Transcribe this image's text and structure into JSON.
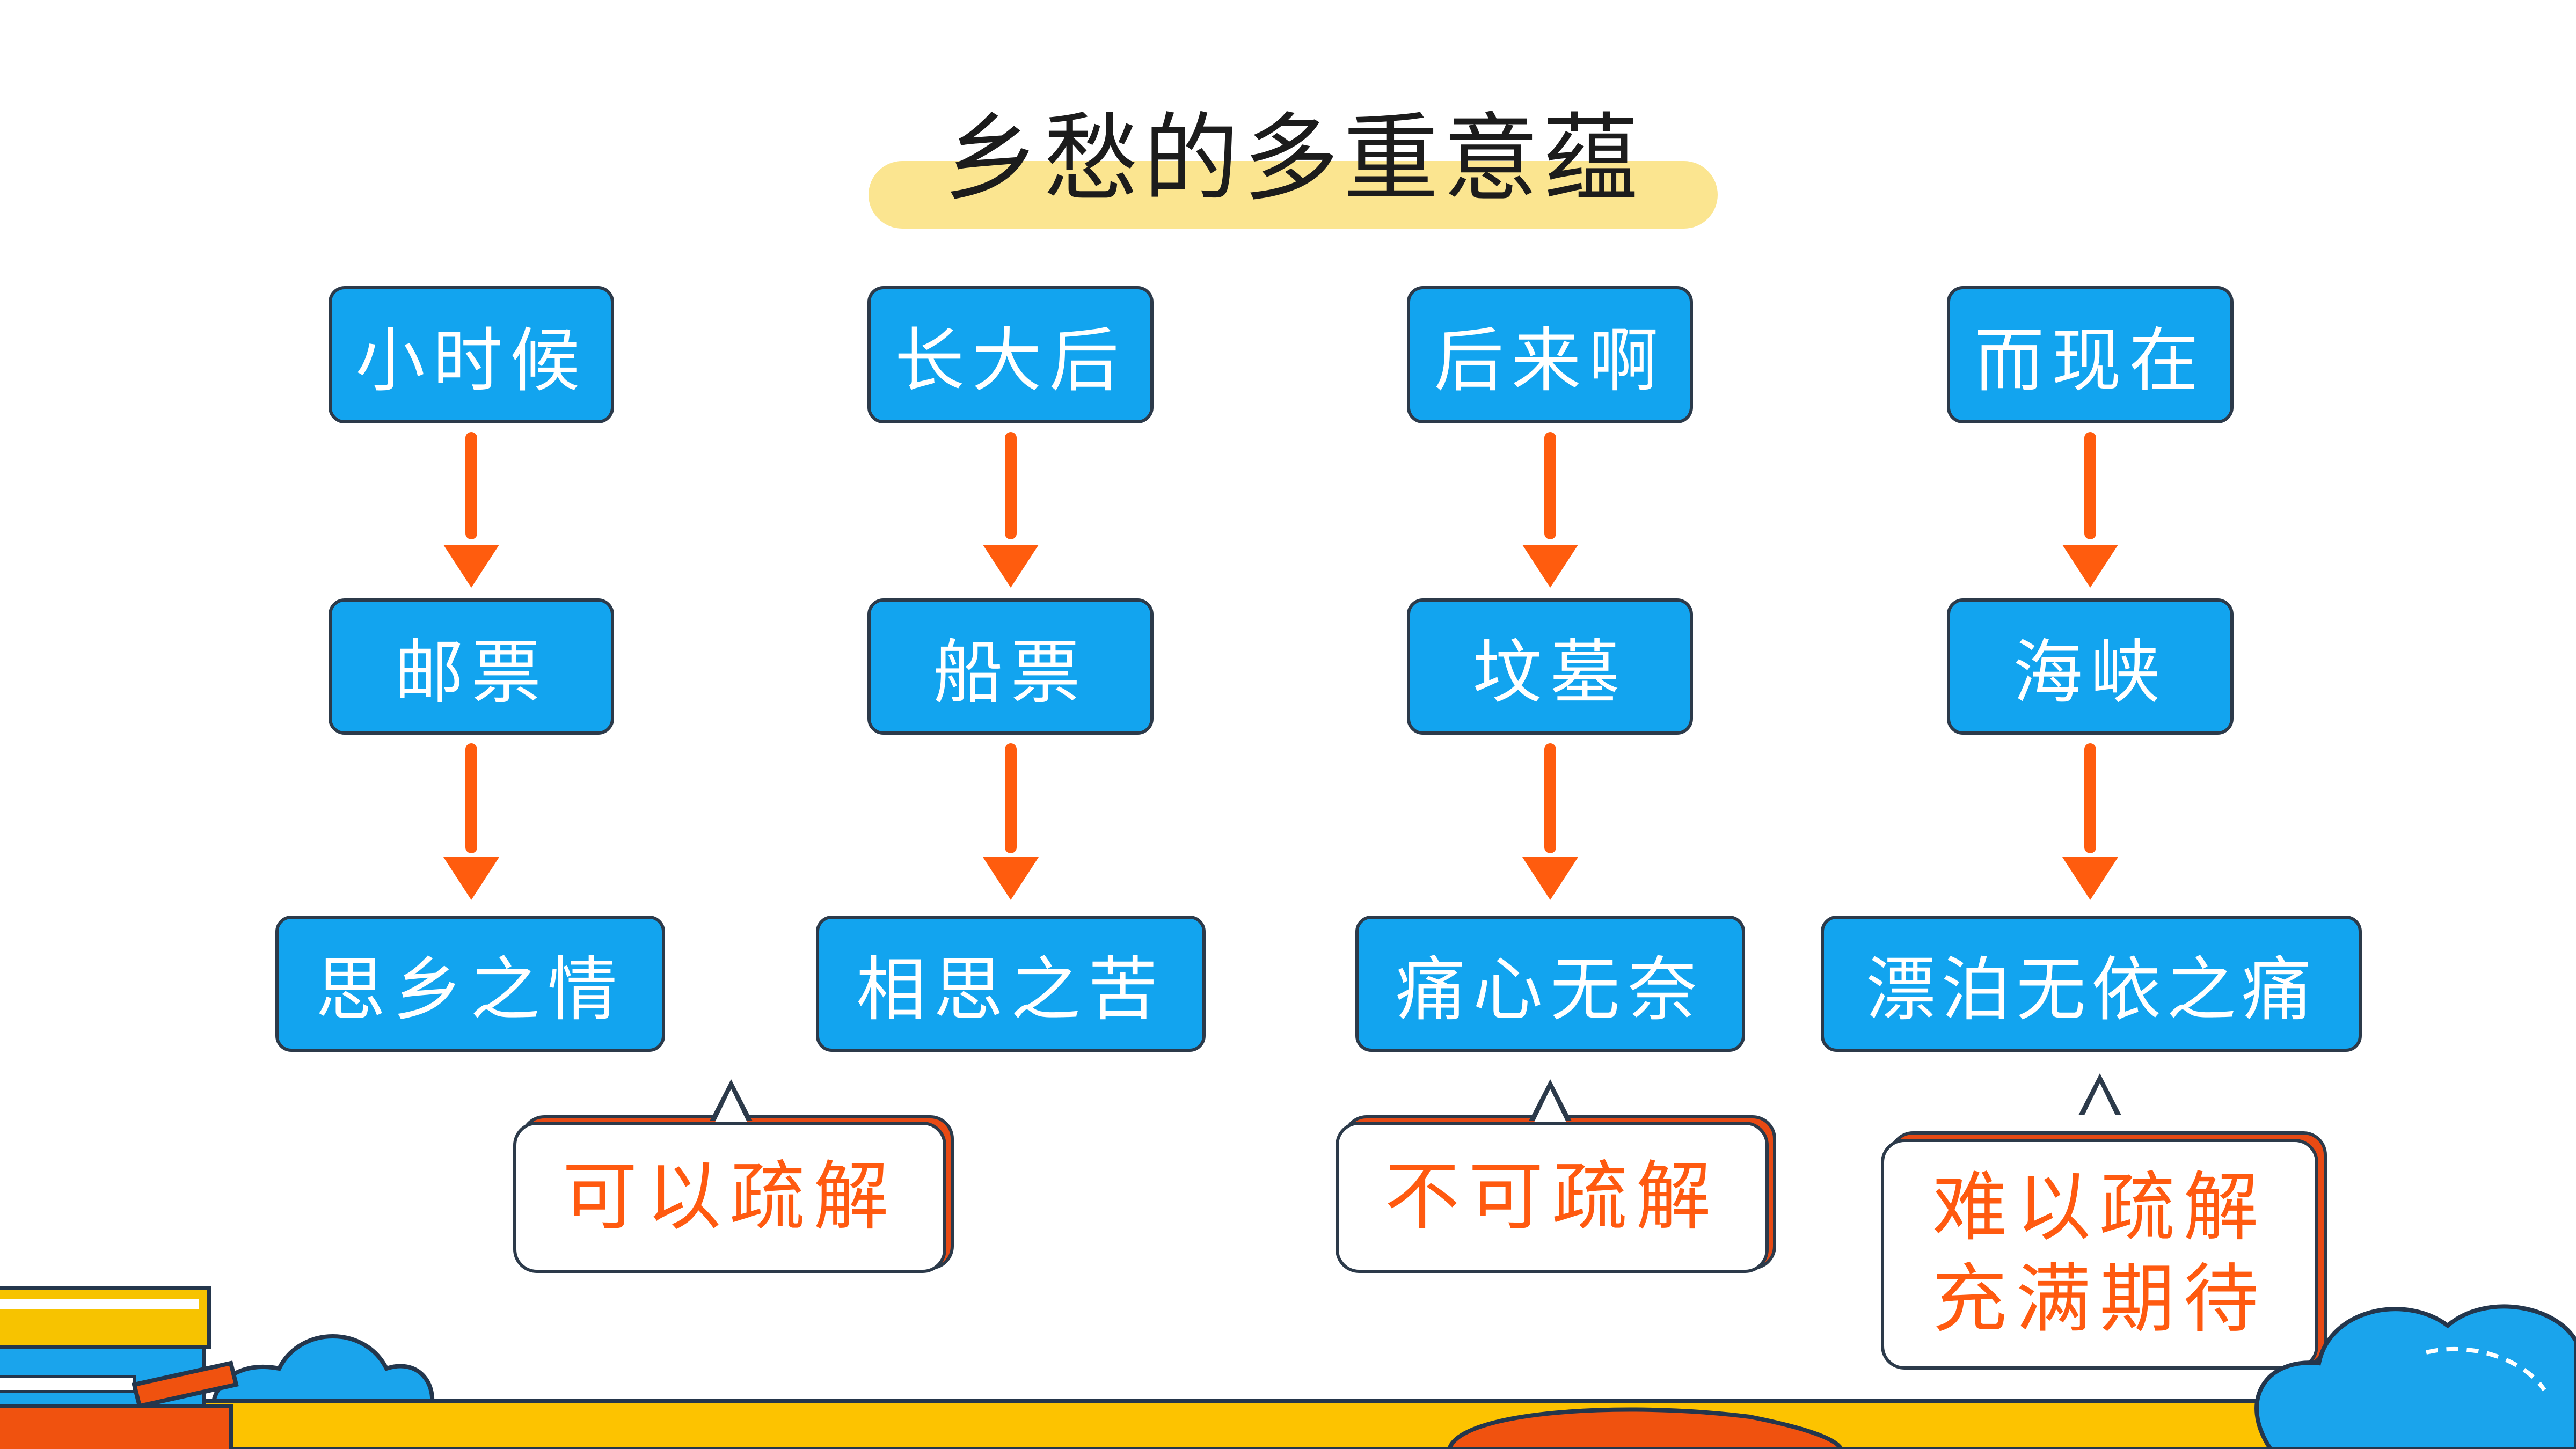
{
  "title": "乡愁的多重意蕴",
  "columns": [
    {
      "stage": "小时候",
      "object": "邮票",
      "feeling": "思乡之情",
      "note": [
        "可以疏解"
      ]
    },
    {
      "stage": "长大后",
      "object": "船票",
      "feeling": "相思之苦",
      "note": []
    },
    {
      "stage": "后来啊",
      "object": "坟墓",
      "feeling": "痛心无奈",
      "note": [
        "不可疏解"
      ]
    },
    {
      "stage": "而现在",
      "object": "海峡",
      "feeling": "漂泊无依之痛",
      "note": [
        "难以疏解",
        "充满期待"
      ]
    }
  ],
  "colors": {
    "box_fill": "#12a4ef",
    "arrow": "#ff5c0e",
    "note_text": "#ff5a10",
    "title_highlight": "#fbe590",
    "footer_yellow": "#fdc300",
    "cloud_blue": "#1aa4ec"
  }
}
